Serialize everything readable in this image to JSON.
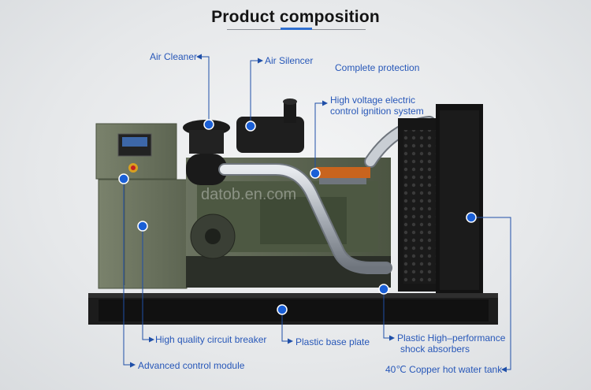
{
  "title": "Product composition",
  "watermark": "datob.en.com",
  "labels": {
    "air_cleaner": "Air Cleaner",
    "air_silencer": "Air Silencer",
    "complete_protection": "Complete protection",
    "ignition_line1": "High voltage electric",
    "ignition_line2": "control ignition system",
    "circuit_breaker": "High quality circuit breaker",
    "base_plate": "Plastic base plate",
    "shock_line1": "Plastic High–performance",
    "shock_line2": "shock absorbers",
    "control_module": "Advanced control module",
    "water_tank": "40℃ Copper hot water tank"
  },
  "colors": {
    "accent": "#2757b8",
    "callout_line": "#1f4fa8",
    "dot": "#1a5fd6",
    "generator_green": "#56604a",
    "radiator": "#141414",
    "base": "#1c1c1c"
  }
}
